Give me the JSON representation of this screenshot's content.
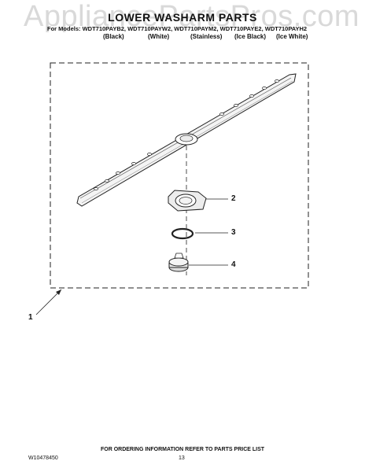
{
  "watermark": "AppliancePartsPros.com",
  "header": {
    "title": "LOWER WASHARM PARTS",
    "models_line": "For Models: WDT710PAYB2, WDT710PAYW2, WDT710PAYM2, WDT710PAYE2, WDT710PAYH2",
    "variants": [
      "(Black)",
      "(White)",
      "(Stainless)",
      "(Ice Black)",
      "(Ice White)"
    ]
  },
  "callouts": [
    "1",
    "2",
    "3",
    "4"
  ],
  "footer": {
    "doc_number": "W10478450",
    "page_number": "13",
    "ordering_info": "FOR ORDERING INFORMATION REFER TO PARTS PRICE LIST"
  }
}
